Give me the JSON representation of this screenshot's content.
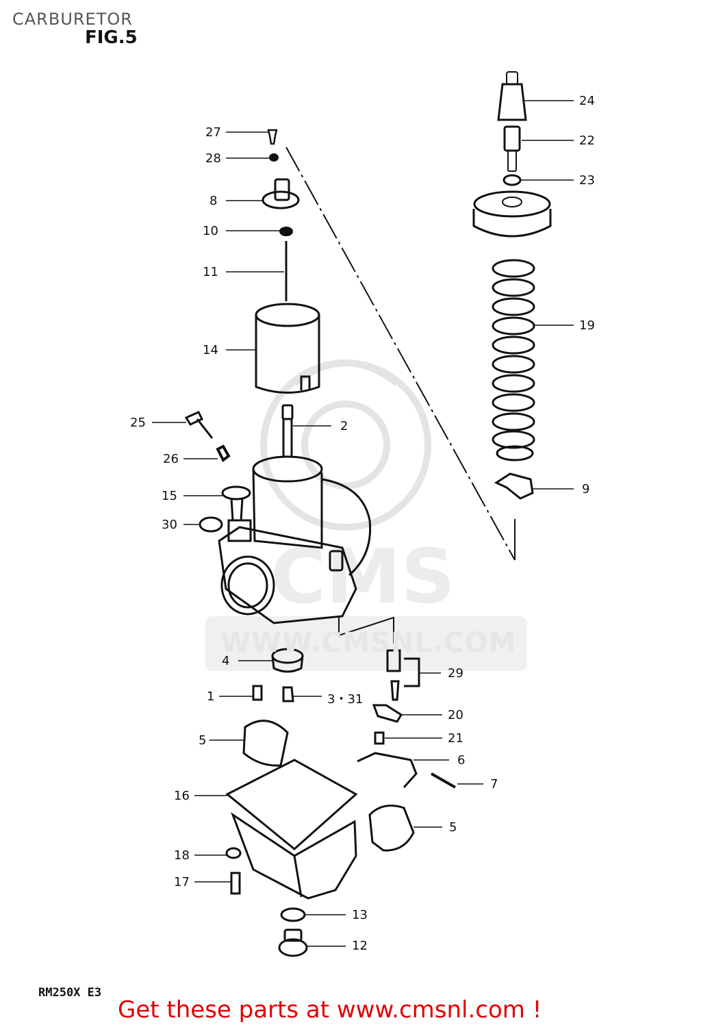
{
  "header": {
    "title": "CARBURETOR",
    "figure": "FIG.5"
  },
  "watermark": {
    "brand": "CMS",
    "url": "WWW.CMSNL.COM"
  },
  "footer": {
    "model": "RM250X E3",
    "cta": "Get these parts at www.cmsnl.com !",
    "cta_color": "#e00000"
  },
  "callouts": [
    {
      "id": "c24",
      "label": "24"
    },
    {
      "id": "c22",
      "label": "22"
    },
    {
      "id": "c23",
      "label": "23"
    },
    {
      "id": "c19",
      "label": "19"
    },
    {
      "id": "c9",
      "label": "9"
    },
    {
      "id": "c27",
      "label": "27"
    },
    {
      "id": "c28",
      "label": "28"
    },
    {
      "id": "c8",
      "label": "8"
    },
    {
      "id": "c10",
      "label": "10"
    },
    {
      "id": "c11",
      "label": "11"
    },
    {
      "id": "c14",
      "label": "14"
    },
    {
      "id": "c25",
      "label": "25"
    },
    {
      "id": "c2",
      "label": "2"
    },
    {
      "id": "c26",
      "label": "26"
    },
    {
      "id": "c15",
      "label": "15"
    },
    {
      "id": "c30",
      "label": "30"
    },
    {
      "id": "c4",
      "label": "4"
    },
    {
      "id": "c29",
      "label": "29"
    },
    {
      "id": "c1",
      "label": "1"
    },
    {
      "id": "c331",
      "label": "3・31"
    },
    {
      "id": "c20",
      "label": "20"
    },
    {
      "id": "c5a",
      "label": "5"
    },
    {
      "id": "c21",
      "label": "21"
    },
    {
      "id": "c6",
      "label": "6"
    },
    {
      "id": "c7",
      "label": "7"
    },
    {
      "id": "c16",
      "label": "16"
    },
    {
      "id": "c5b",
      "label": "5"
    },
    {
      "id": "c18",
      "label": "18"
    },
    {
      "id": "c17",
      "label": "17"
    },
    {
      "id": "c13",
      "label": "13"
    },
    {
      "id": "c12",
      "label": "12"
    }
  ]
}
